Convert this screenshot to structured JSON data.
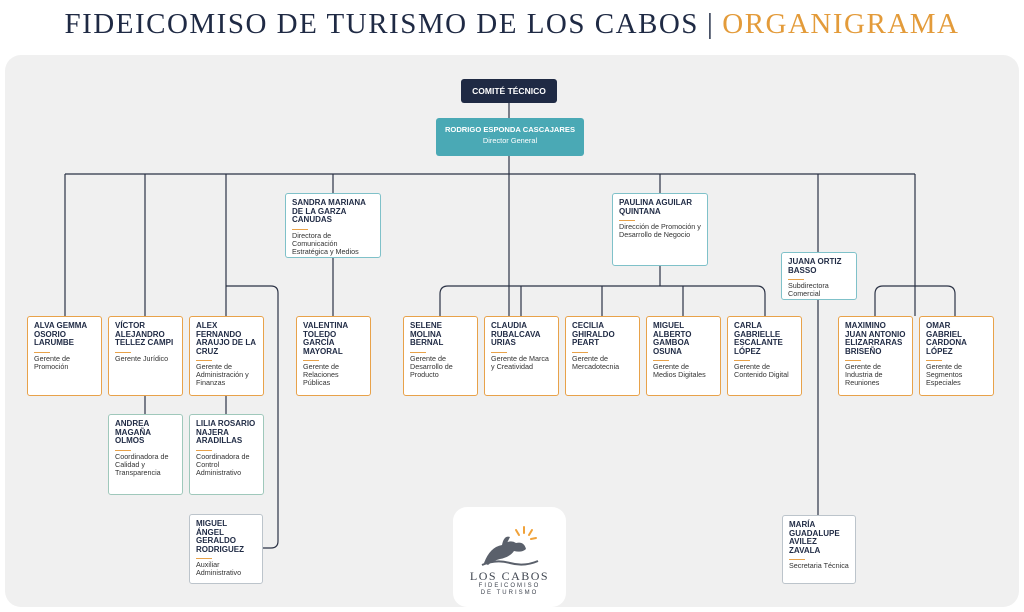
{
  "header": {
    "title_main": "FIDEICOMISO DE TURISMO DE LOS CABOS",
    "separator": "|",
    "title_accent": "ORGANIGRAMA"
  },
  "top": {
    "committee": "COMITÉ TÉCNICO",
    "director_name": "RODRIGO ESPONDA CASCAJARES",
    "director_role": "Director General"
  },
  "nodes": {
    "alva": {
      "name": "ALVA GEMMA OSORIO LARUMBE",
      "role": "Gerente de Promoción"
    },
    "victor": {
      "name": "VÍCTOR ALEJANDRO TELLEZ CAMPI",
      "role": "Gerente Jurídico"
    },
    "alex": {
      "name": "ALEX FERNANDO ARAUJO DE LA CRUZ",
      "role": "Gerente de Administración y Finanzas"
    },
    "andrea": {
      "name": "ANDREA MAGAÑA OLMOS",
      "role": "Coordinadora de Calidad y Transparencia"
    },
    "lilia": {
      "name": "LILIA ROSARIO NAJERA ARADILLAS",
      "role": "Coordinadora de Control Administrativo"
    },
    "miguel_angel": {
      "name": "MIGUEL ÁNGEL GERALDO RODRIGUEZ",
      "role": "Auxiliar Administrativo"
    },
    "sandra": {
      "name": "SANDRA MARIANA DE LA GARZA CANUDAS",
      "role": "Directora de Comunicación Estratégica y Medios"
    },
    "valentina": {
      "name": "VALENTINA TOLEDO GARCÍA MAYORAL",
      "role": "Gerente de Relaciones Públicas"
    },
    "paulina": {
      "name": "PAULINA AGUILAR QUINTANA",
      "role": "Dirección de Promoción y Desarrollo de Negocio"
    },
    "selene": {
      "name": "SELENE MOLINA BERNAL",
      "role": "Gerente de Desarrollo de Producto"
    },
    "claudia": {
      "name": "CLAUDIA RUBALCAVA URIAS",
      "role": "Gerente de Marca y Creatividad"
    },
    "cecilia": {
      "name": "CECILIA GHIRALDO PEART",
      "role": "Gerente de Mercadotecnia"
    },
    "miguel_alberto": {
      "name": "MIGUEL ALBERTO GAMBOA OSUNA",
      "role": "Gerente de Medios Digitales"
    },
    "carla": {
      "name": "CARLA GABRIELLE ESCALANTE LÓPEZ",
      "role": "Gerente de Contenido Digital"
    },
    "juana": {
      "name": "JUANA ORTIZ BASSO",
      "role": "Subdirectora Comercial"
    },
    "maximino": {
      "name": "MAXIMINO JUAN ANTONIO ELIZARRARAS BRISEÑO",
      "role": "Gerente de Industria de Reuniones"
    },
    "omar": {
      "name": "OMAR GABRIEL CARDONA LÓPEZ",
      "role": "Gerente de Segmentos Especiales"
    },
    "maria": {
      "name": "MARÍA GUADALUPE AVILEZ ZAVALA",
      "role": "Secretaria Técnica"
    }
  },
  "logo": {
    "line1": "LOS CABOS",
    "line2": "FIDEICOMISO",
    "line3": "DE TURISMO"
  },
  "colors": {
    "navy": "#1f2a44",
    "teal": "#4aa9b5",
    "orange": "#e8a24a",
    "line": "#2b3245",
    "panel": "#f0f0f0"
  }
}
